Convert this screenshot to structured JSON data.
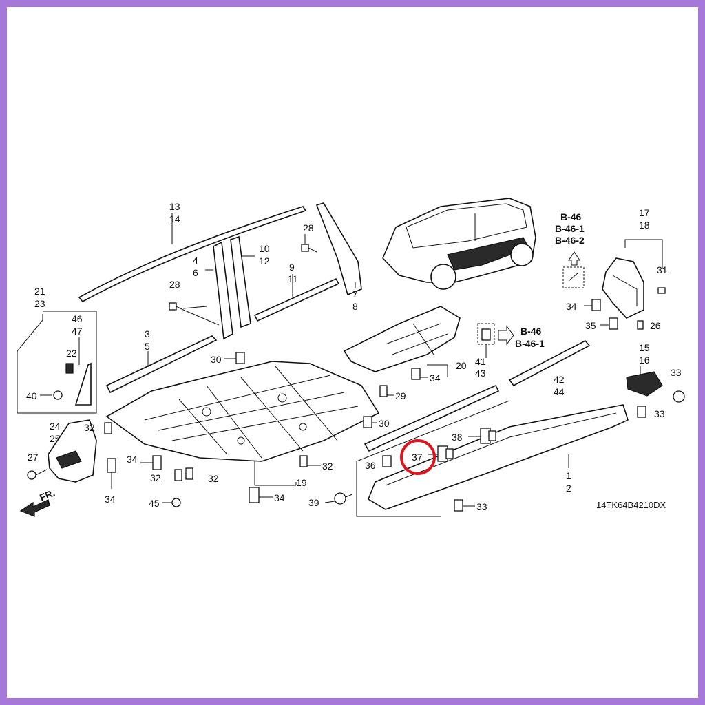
{
  "callouts": {
    "c13": "13",
    "c14": "14",
    "c28a": "28",
    "c10": "10",
    "c12": "12",
    "c4": "4",
    "c6": "6",
    "c9": "9",
    "c11": "11",
    "c7": "7",
    "c8": "8",
    "c28b": "28",
    "c21": "21",
    "c23": "23",
    "c46": "46",
    "c47": "47",
    "c22": "22",
    "c40": "40",
    "c3": "3",
    "c5": "5",
    "c30a": "30",
    "c20": "20",
    "c34a": "34",
    "c29": "29",
    "c30b": "30",
    "c41": "41",
    "c43": "43",
    "c42": "42",
    "c44": "44",
    "c17": "17",
    "c18": "18",
    "c31": "31",
    "c34b": "34",
    "c35": "35",
    "c26": "26",
    "c15": "15",
    "c16": "16",
    "c33a": "33",
    "c33b": "33",
    "c24": "24",
    "c25": "25",
    "c27": "27",
    "c32a": "32",
    "c34c": "34",
    "c32b": "32",
    "c32c": "32",
    "c34d": "34",
    "c45": "45",
    "c32d": "32",
    "c19": "19",
    "c34e": "34",
    "c36": "36",
    "c37": "37",
    "c38": "38",
    "c1": "1",
    "c2": "2",
    "c39": "39",
    "c33c": "33"
  },
  "refs": {
    "b46_top": "B-46",
    "b461_top": "B-46-1",
    "b462_top": "B-46-2",
    "b46_mid": "B-46",
    "b461_mid": "B-46-1"
  },
  "direction_label": "FR.",
  "diagram_code": "14TK64B4210DX",
  "highlight": {
    "part": "37",
    "color": "#e0141e"
  },
  "colors": {
    "frame": "#a678d9",
    "line": "#111111",
    "background": "#ffffff"
  }
}
